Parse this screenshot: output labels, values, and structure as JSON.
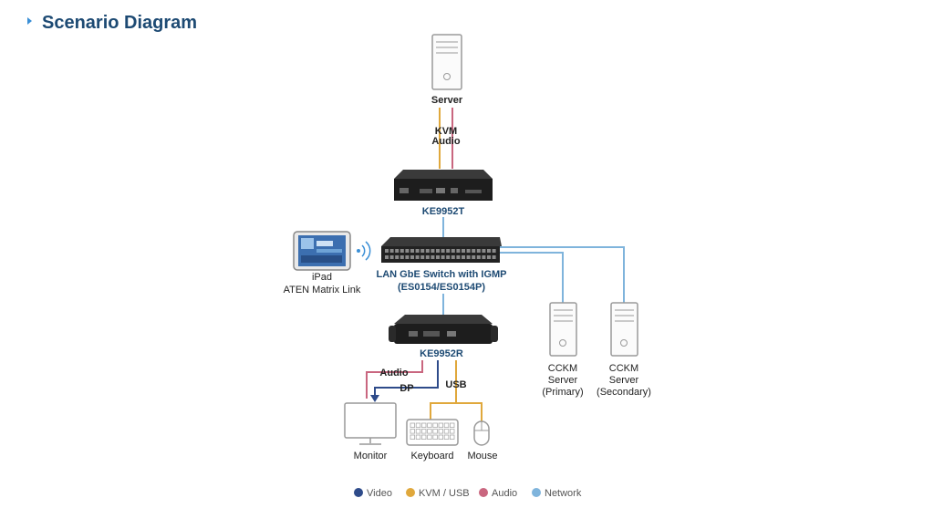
{
  "header": {
    "title": "Scenario Diagram"
  },
  "colors": {
    "video": "#2e4b8a",
    "kvm_usb": "#e0a83c",
    "audio": "#c9667f",
    "network": "#7fb4dc"
  },
  "nodes": {
    "server": "Server",
    "transmitter": "KE9952T",
    "switch_line1": "LAN GbE Switch with IGMP",
    "switch_line2": "(ES0154/ES0154P)",
    "ipad_line1": "iPad",
    "ipad_line2": "ATEN Matrix Link",
    "receiver": "KE9952R",
    "cckm_primary": [
      "CCKM",
      "Server",
      "(Primary)"
    ],
    "cckm_secondary": [
      "CCKM",
      "Server",
      "(Secondary)"
    ],
    "monitor": "Monitor",
    "keyboard": "Keyboard",
    "mouse": "Mouse"
  },
  "connections": {
    "kvm": "KVM",
    "audio_top": "Audio",
    "audio_bottom": "Audio",
    "dp": "DP",
    "usb": "USB"
  },
  "legend": [
    {
      "label": "Video",
      "color": "#2e4b8a"
    },
    {
      "label": "KVM / USB",
      "color": "#e0a83c"
    },
    {
      "label": "Audio",
      "color": "#c9667f"
    },
    {
      "label": "Network",
      "color": "#7fb4dc"
    }
  ]
}
